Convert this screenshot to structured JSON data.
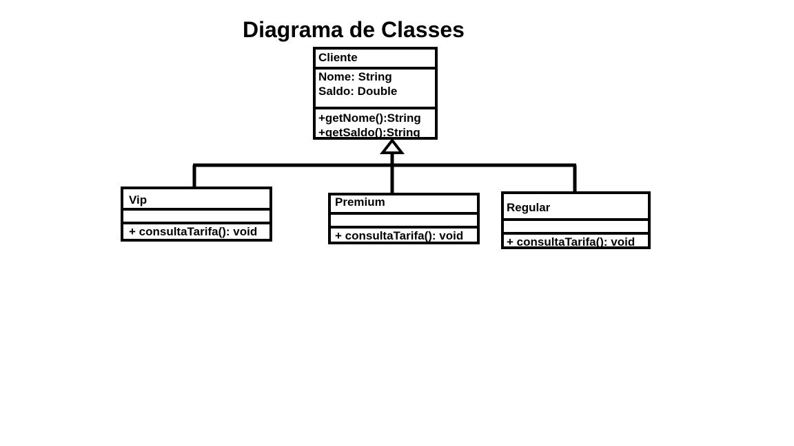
{
  "title": "Diagrama de Classes",
  "classes": {
    "cliente": {
      "name": "Cliente",
      "attributes": [
        "Nome: String",
        "Saldo: Double"
      ],
      "methods": [
        "+getNome():String",
        "+getSaldo():String"
      ]
    },
    "vip": {
      "name": "Vip",
      "methods": [
        "+ consultaTarifa(): void"
      ]
    },
    "premium": {
      "name": "Premium",
      "methods": [
        "+ consultaTarifa(): void"
      ]
    },
    "regular": {
      "name": "Regular",
      "methods": [
        "+ consultaTarifa(): void"
      ]
    }
  },
  "relationships": [
    {
      "type": "generalization",
      "from": "Vip",
      "to": "Cliente"
    },
    {
      "type": "generalization",
      "from": "Premium",
      "to": "Cliente"
    },
    {
      "type": "generalization",
      "from": "Regular",
      "to": "Cliente"
    }
  ]
}
